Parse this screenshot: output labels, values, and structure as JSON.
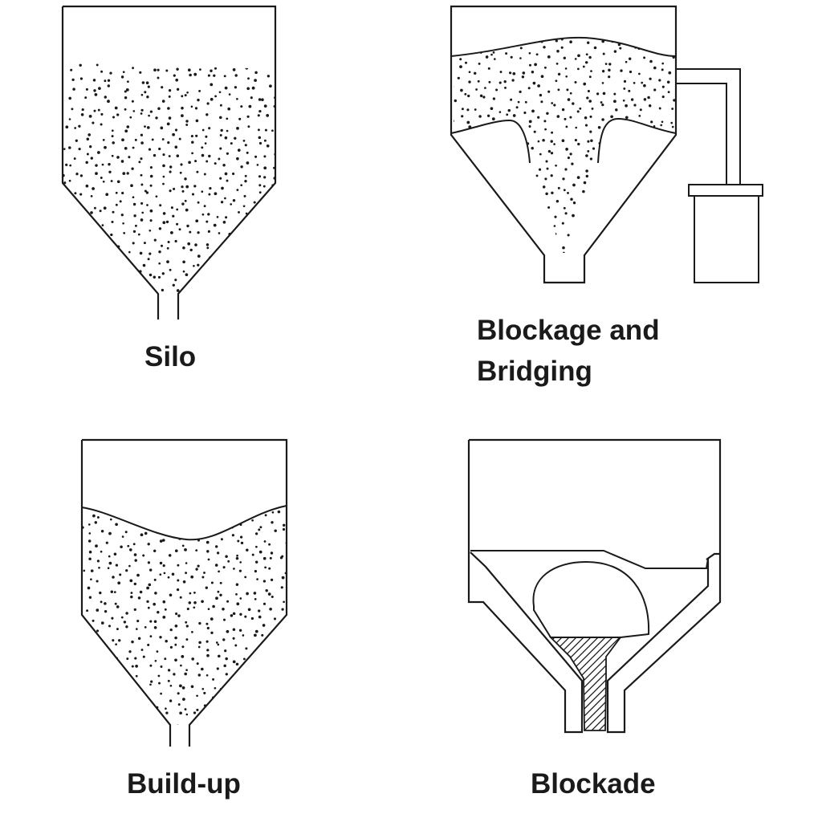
{
  "panels": [
    {
      "id": "silo",
      "caption": "Silo"
    },
    {
      "id": "blockage-bridging",
      "caption_line1": "Blockage and",
      "caption_line2": "Bridging"
    },
    {
      "id": "build-up",
      "caption": "Build-up"
    },
    {
      "id": "blockade",
      "caption": "Blockade"
    }
  ],
  "colors": {
    "line": "#1a1a1a",
    "background": "#ffffff",
    "particles": "#1a1a1a"
  }
}
